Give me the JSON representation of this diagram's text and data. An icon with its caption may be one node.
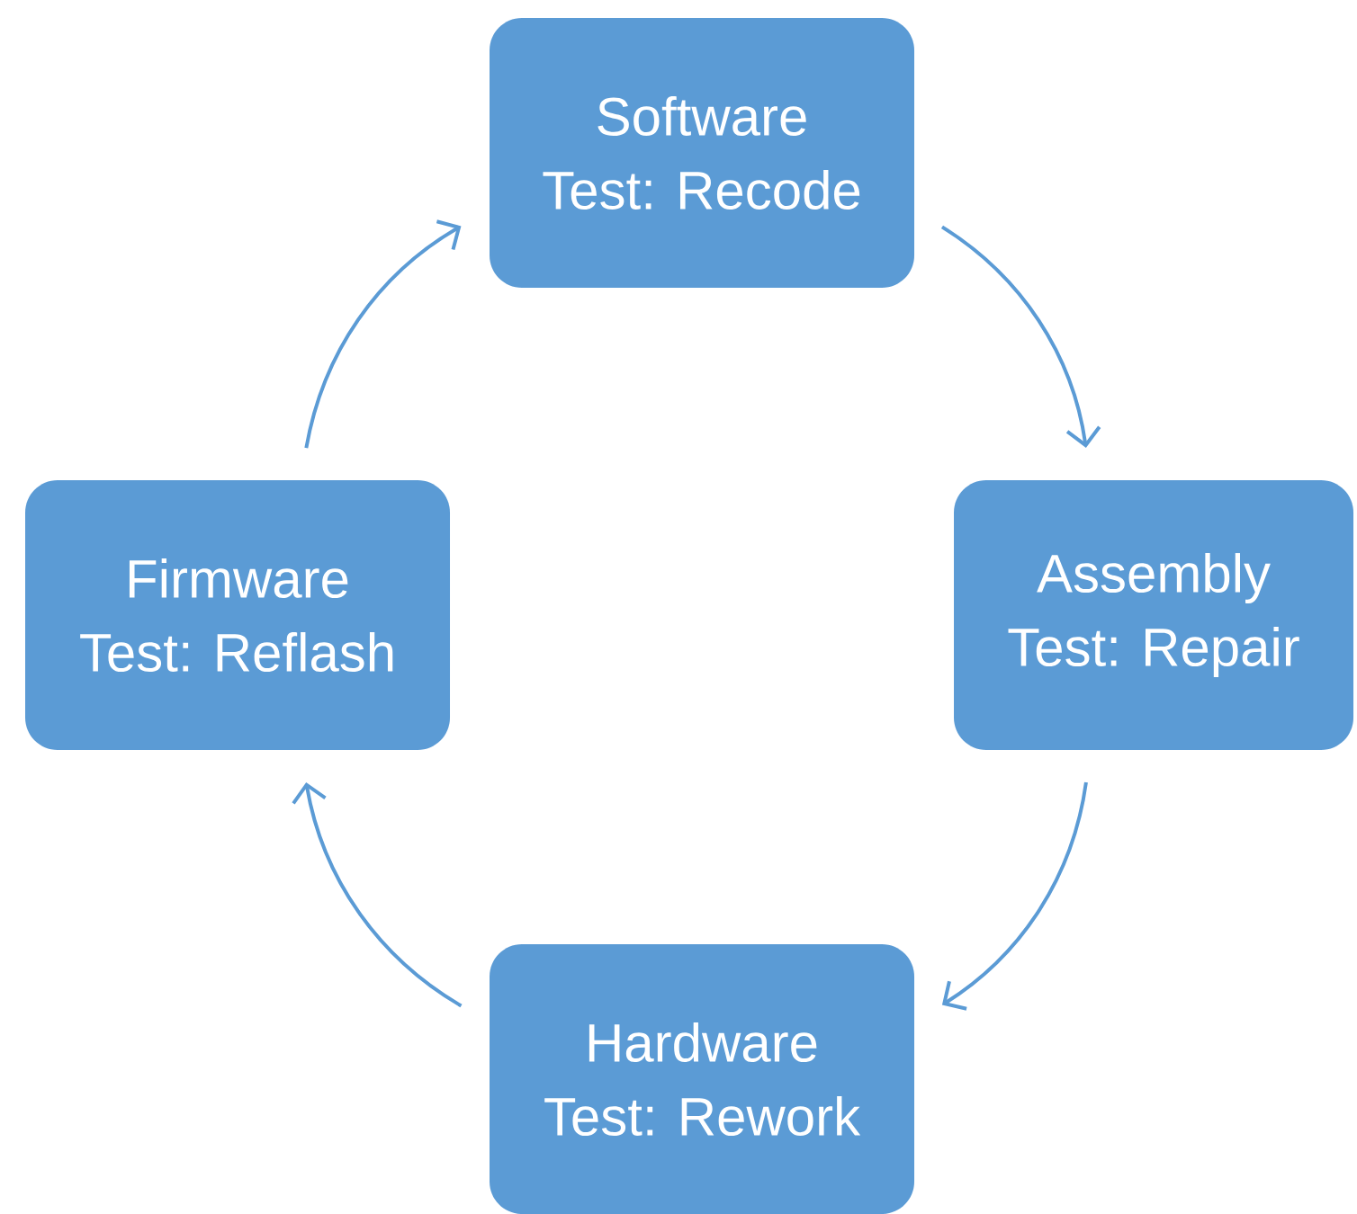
{
  "diagram": {
    "nodes": [
      {
        "text": [
          "Software",
          "Test: Recode"
        ]
      },
      {
        "text": [
          "Assembly",
          "Test: Repair"
        ]
      },
      {
        "text": [
          "Hardware",
          "Test: Rework"
        ]
      },
      {
        "text": [
          "Firmware",
          "Test: Reflash"
        ]
      }
    ],
    "edges": [
      {
        "from": 0,
        "to": 1,
        "arrow": "to"
      },
      {
        "from": 1,
        "to": 2,
        "arrow": "to"
      },
      {
        "from": 2,
        "to": 3,
        "arrow": "to"
      },
      {
        "from": 3,
        "to": 0,
        "arrow": "to"
      }
    ]
  }
}
